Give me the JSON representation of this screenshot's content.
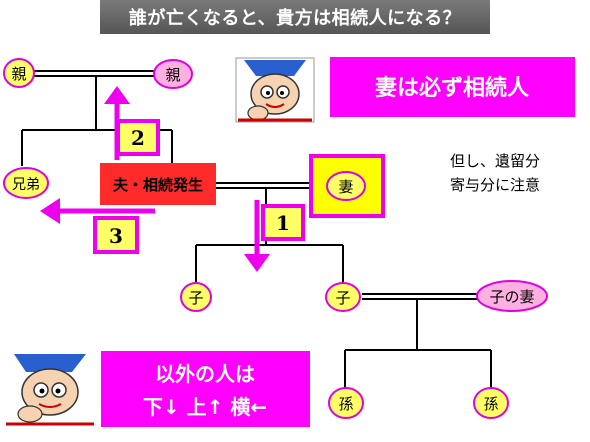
{
  "title": "誰が亡くなると、貴方は相続人になる？",
  "nodes": {
    "parent_left": "親",
    "parent_right": "親",
    "siblings": "兄弟",
    "deceased": "夫・相続発生",
    "wife": "妻",
    "child_left": "子",
    "child_right": "子",
    "child_spouse": "子の妻",
    "grandchild_left": "孫",
    "grandchild_right": "孫"
  },
  "steps": {
    "one": "1",
    "two": "2",
    "three": "3"
  },
  "callouts": {
    "wife_always": "妻は必ず相続人",
    "others_line1": "以外の人は",
    "others_line2": "下↓ 上↑ 横←"
  },
  "note": {
    "line1": "但し、遺留分",
    "line2": "寄与分に注意"
  },
  "colors": {
    "node_fill": "#ffff66",
    "node_child_spouse_fill": "#ffb0e0",
    "node_parent_right_fill": "#ffb0e0",
    "node_border": "#e000e0",
    "deceased_fill": "#ff2a2a",
    "wife_box_fill": "#ffff00",
    "step_fill": "#ffff66",
    "arrow": "#ee00ee",
    "callout_fill": "#ff00ff",
    "line": "#000000"
  },
  "icons": [
    "cartoon-face-icon",
    "cartoon-face-icon"
  ]
}
